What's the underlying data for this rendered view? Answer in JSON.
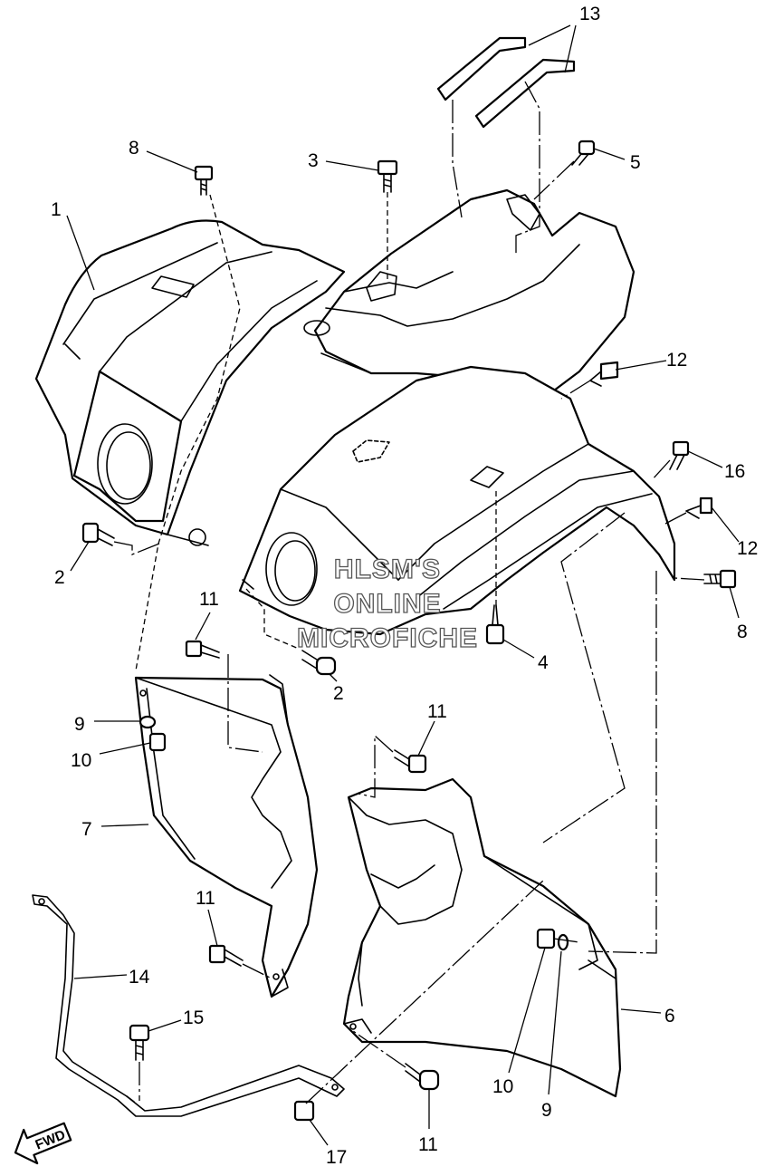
{
  "callouts": [
    {
      "id": "c1",
      "label": "1"
    },
    {
      "id": "c2a",
      "label": "2"
    },
    {
      "id": "c2b",
      "label": "2"
    },
    {
      "id": "c3",
      "label": "3"
    },
    {
      "id": "c4",
      "label": "4"
    },
    {
      "id": "c5",
      "label": "5"
    },
    {
      "id": "c6",
      "label": "6"
    },
    {
      "id": "c7",
      "label": "7"
    },
    {
      "id": "c8a",
      "label": "8"
    },
    {
      "id": "c8b",
      "label": "8"
    },
    {
      "id": "c9a",
      "label": "9"
    },
    {
      "id": "c9b",
      "label": "9"
    },
    {
      "id": "c10a",
      "label": "10"
    },
    {
      "id": "c10b",
      "label": "10"
    },
    {
      "id": "c11a",
      "label": "11"
    },
    {
      "id": "c11b",
      "label": "11"
    },
    {
      "id": "c11c",
      "label": "11"
    },
    {
      "id": "c11d",
      "label": "11"
    },
    {
      "id": "c12a",
      "label": "12"
    },
    {
      "id": "c12b",
      "label": "12"
    },
    {
      "id": "c13",
      "label": "13"
    },
    {
      "id": "c14",
      "label": "14"
    },
    {
      "id": "c15",
      "label": "15"
    },
    {
      "id": "c16",
      "label": "16"
    },
    {
      "id": "c17",
      "label": "17"
    }
  ],
  "watermark": {
    "line1": "HLSM'S",
    "line2": "ONLINE",
    "line3": "MICROFICHE"
  },
  "fwd_label": "FWD"
}
